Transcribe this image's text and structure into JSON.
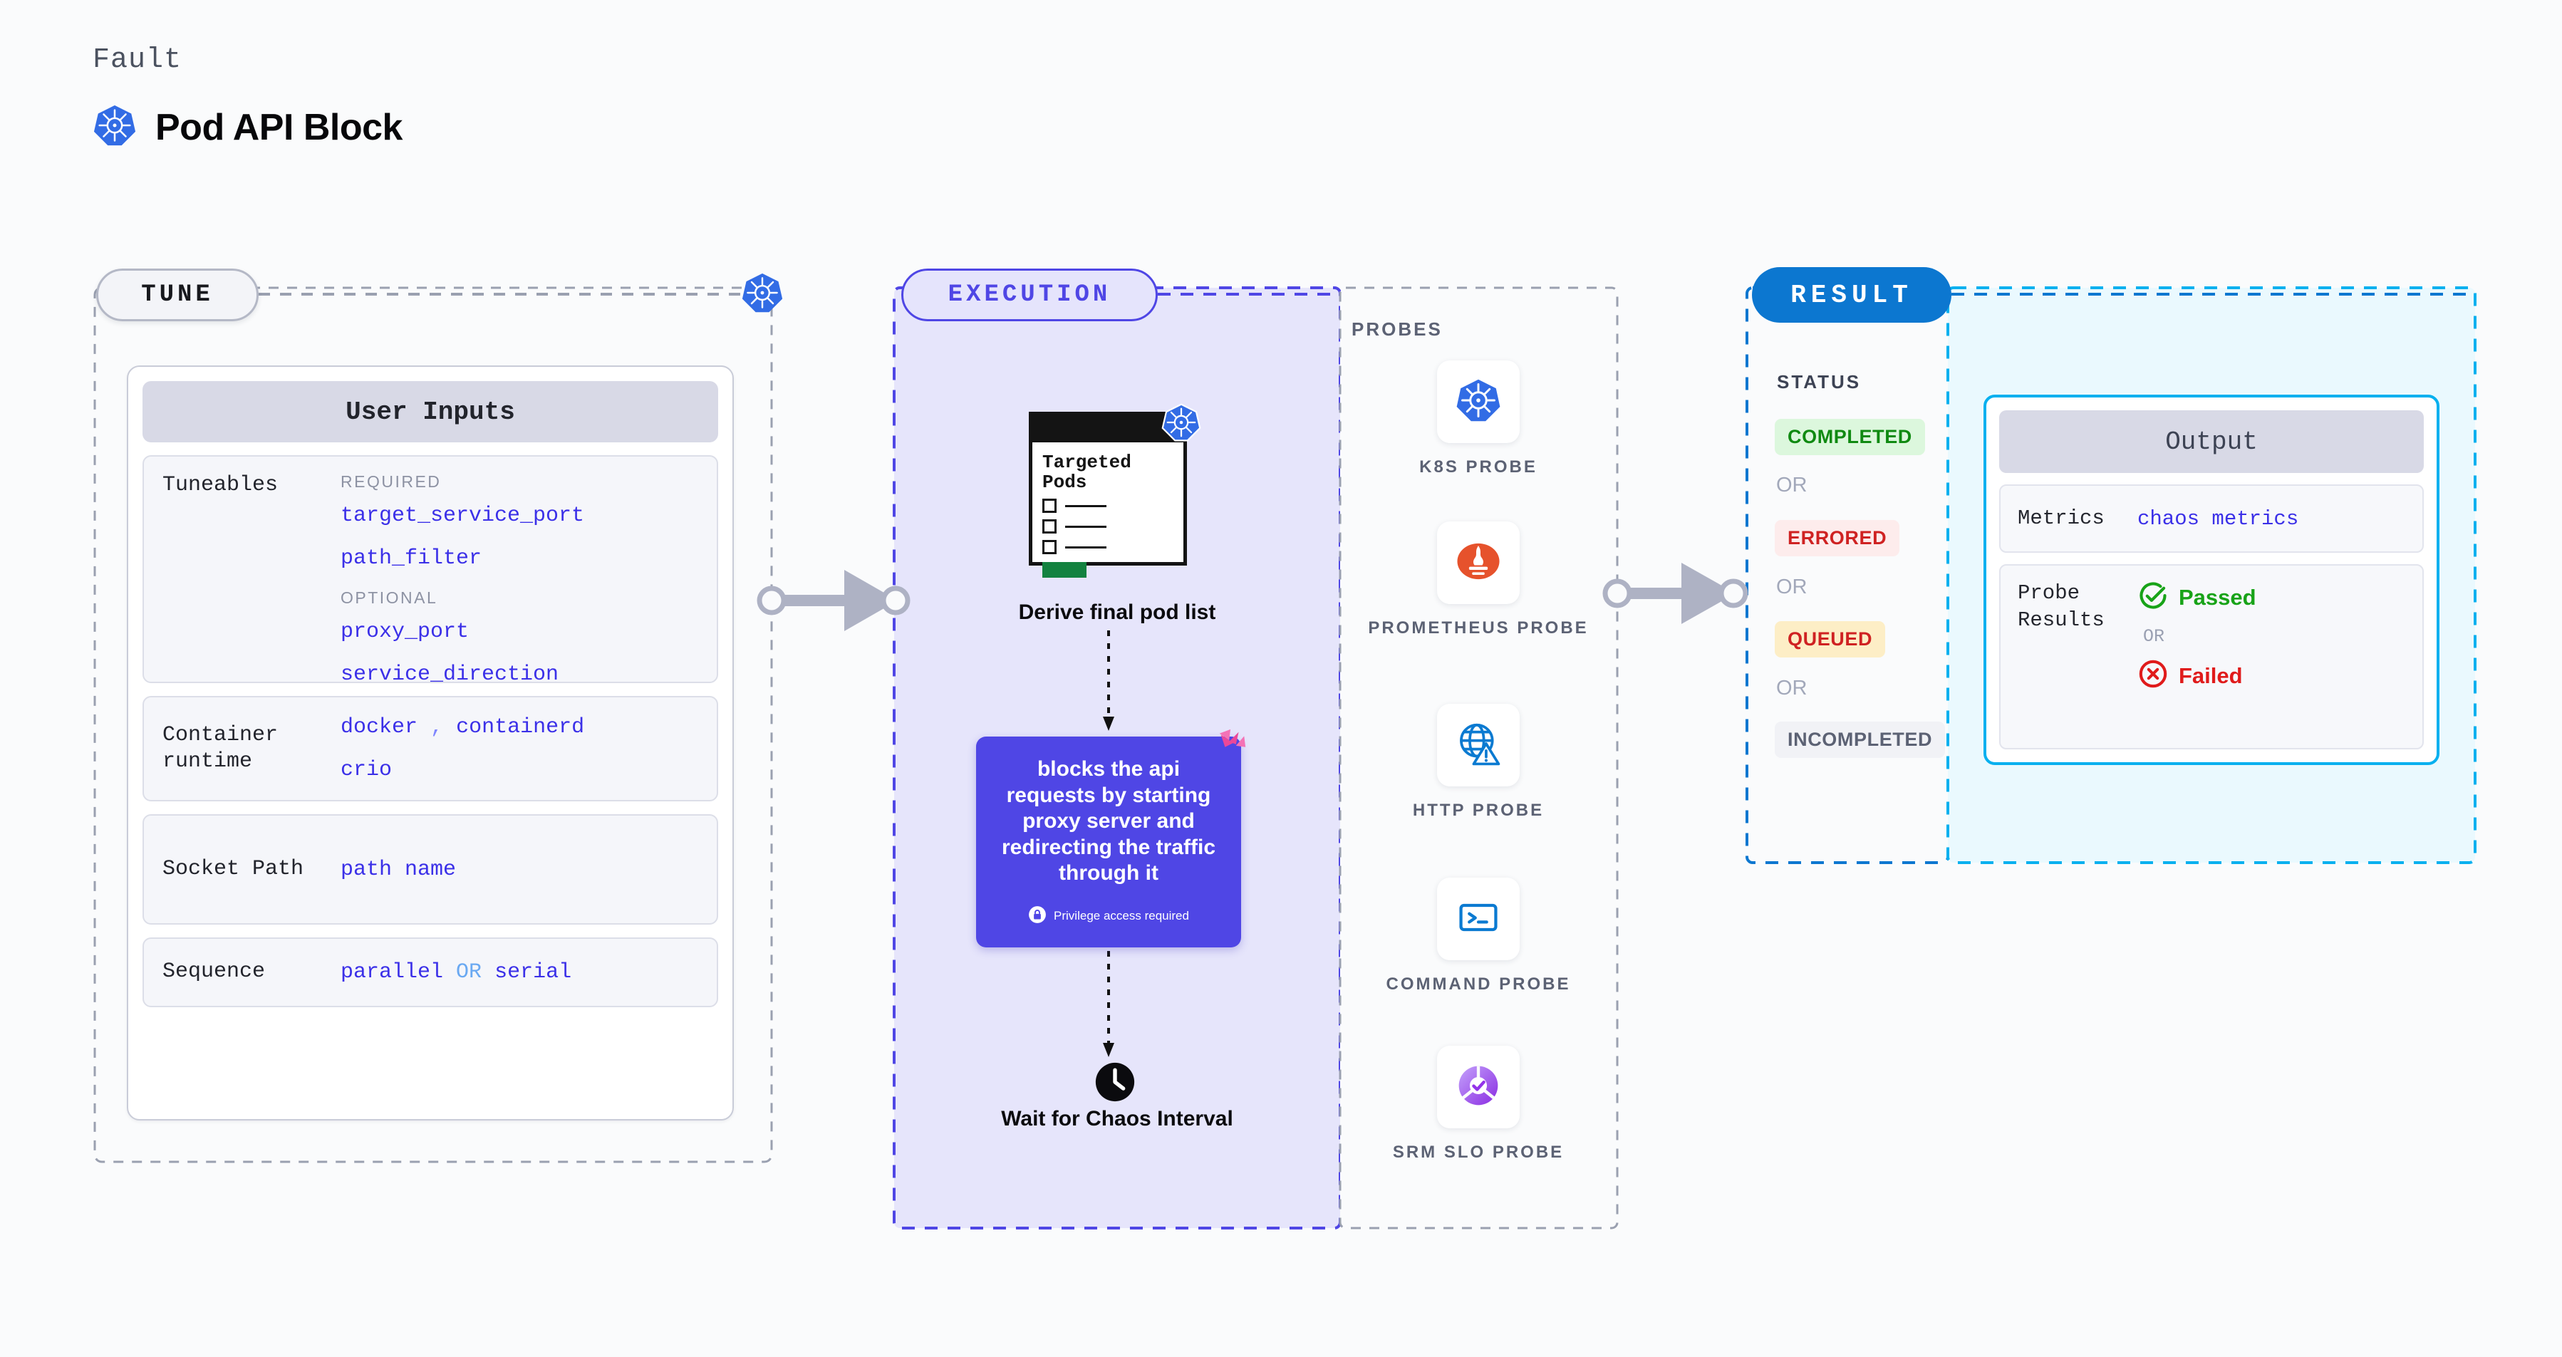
{
  "header": {
    "kicker": "Fault",
    "title": "Pod API Block",
    "icon": "kubernetes-icon"
  },
  "stages": {
    "tune": {
      "label": "TUNE"
    },
    "execution": {
      "label": "EXECUTION"
    },
    "result": {
      "label": "RESULT"
    }
  },
  "tune": {
    "card_title": "User Inputs",
    "rows": [
      {
        "label": "Tuneables",
        "groups": [
          {
            "heading": "REQUIRED",
            "values": [
              "target_service_port",
              "path_filter"
            ]
          },
          {
            "heading": "OPTIONAL",
            "values": [
              "proxy_port",
              "service_direction"
            ]
          }
        ]
      },
      {
        "label": "Container runtime",
        "values": [
          "docker , containerd",
          "crio"
        ]
      },
      {
        "label": "Socket Path",
        "values": [
          "path name"
        ]
      },
      {
        "label": "Sequence",
        "values": [
          "parallel OR serial"
        ]
      }
    ],
    "tuneables_label": "Tuneables",
    "required_heading": "REQUIRED",
    "optional_heading": "OPTIONAL",
    "target_service_port": "target_service_port",
    "path_filter": "path_filter",
    "proxy_port": "proxy_port",
    "service_direction": "service_direction",
    "runtime_label": "Container runtime",
    "runtime_docker": "docker",
    "runtime_comma": ",",
    "runtime_containerd": "containerd",
    "runtime_crio": "crio",
    "socket_label": "Socket Path",
    "socket_value": "path name",
    "sequence_label": "Sequence",
    "sequence_parallel": "parallel",
    "sequence_or": "OR",
    "sequence_serial": "serial"
  },
  "execution": {
    "pods_card": {
      "title": "Targeted Pods",
      "icon": "kubernetes-icon"
    },
    "derive_label": "Derive final pod list",
    "action": {
      "text": "blocks the api requests by starting proxy server and redirecting the traffic through it",
      "privilege_note": "Privilege access required",
      "privilege_icon": "lock-icon",
      "brand_icon": "harness-icon"
    },
    "wait": {
      "icon": "clock-icon",
      "label": "Wait for Chaos Interval"
    }
  },
  "probes": {
    "title": "PROBES",
    "items": [
      {
        "label": "K8S PROBE",
        "icon": "kubernetes-icon"
      },
      {
        "label": "PROMETHEUS PROBE",
        "icon": "prometheus-icon"
      },
      {
        "label": "HTTP PROBE",
        "icon": "globe-warning-icon"
      },
      {
        "label": "COMMAND PROBE",
        "icon": "terminal-icon"
      },
      {
        "label": "SRM SLO PROBE",
        "icon": "srm-slo-icon"
      }
    ]
  },
  "result": {
    "status_title": "STATUS",
    "or_label": "OR",
    "statuses": [
      {
        "label": "COMPLETED",
        "bg": "#dcf7dd",
        "fg": "#108a12"
      },
      {
        "label": "ERRORED",
        "bg": "#fdecec",
        "fg": "#cf2222"
      },
      {
        "label": "QUEUED",
        "bg": "#fdeec6",
        "fg": "#cf2222"
      },
      {
        "label": "INCOMPLETED",
        "bg": "#f1f2f6",
        "fg": "#5c6274"
      }
    ]
  },
  "output": {
    "header": "Output",
    "metrics_label": "Metrics",
    "metrics_value": "chaos metrics",
    "probe_results_label": "Probe Results",
    "passed_label": "Passed",
    "failed_label": "Failed",
    "or_label": "OR",
    "passed_icon": "check-circle-icon",
    "failed_icon": "x-circle-icon"
  },
  "colors": {
    "accent_purple": "#4f46e5",
    "accent_blue": "#0c77d0",
    "accent_cyan": "#06b0ef",
    "code_blue": "#3b30e8",
    "k8s_blue": "#326ce5",
    "pass_green": "#18a318",
    "fail_red": "#e01b1b"
  }
}
